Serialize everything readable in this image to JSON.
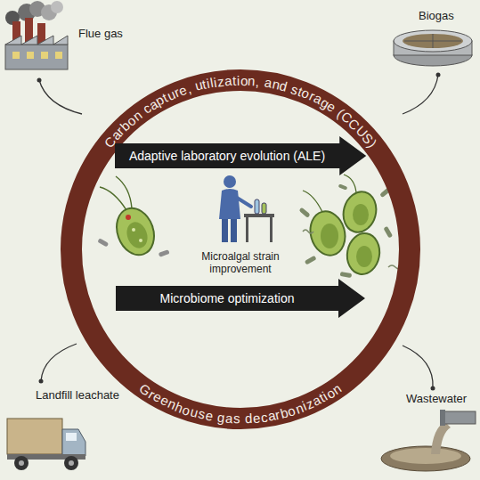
{
  "diagram": {
    "nodes": [
      {
        "text": [
          "Carbon capture, utilization, and storage (CCUS)",
          "Greenhouse gas decarbonization"
        ]
      },
      {
        "text": [
          "Adaptive laboratory evolution (ALE)"
        ],
        "in": 0
      },
      {
        "text": [
          "Microbiome optimization"
        ],
        "in": 0
      }
    ],
    "labels": [
      "Flue gas",
      "Biogas",
      "Microalgal strain improvement",
      "Landfill leachate",
      "Wastewater"
    ]
  }
}
